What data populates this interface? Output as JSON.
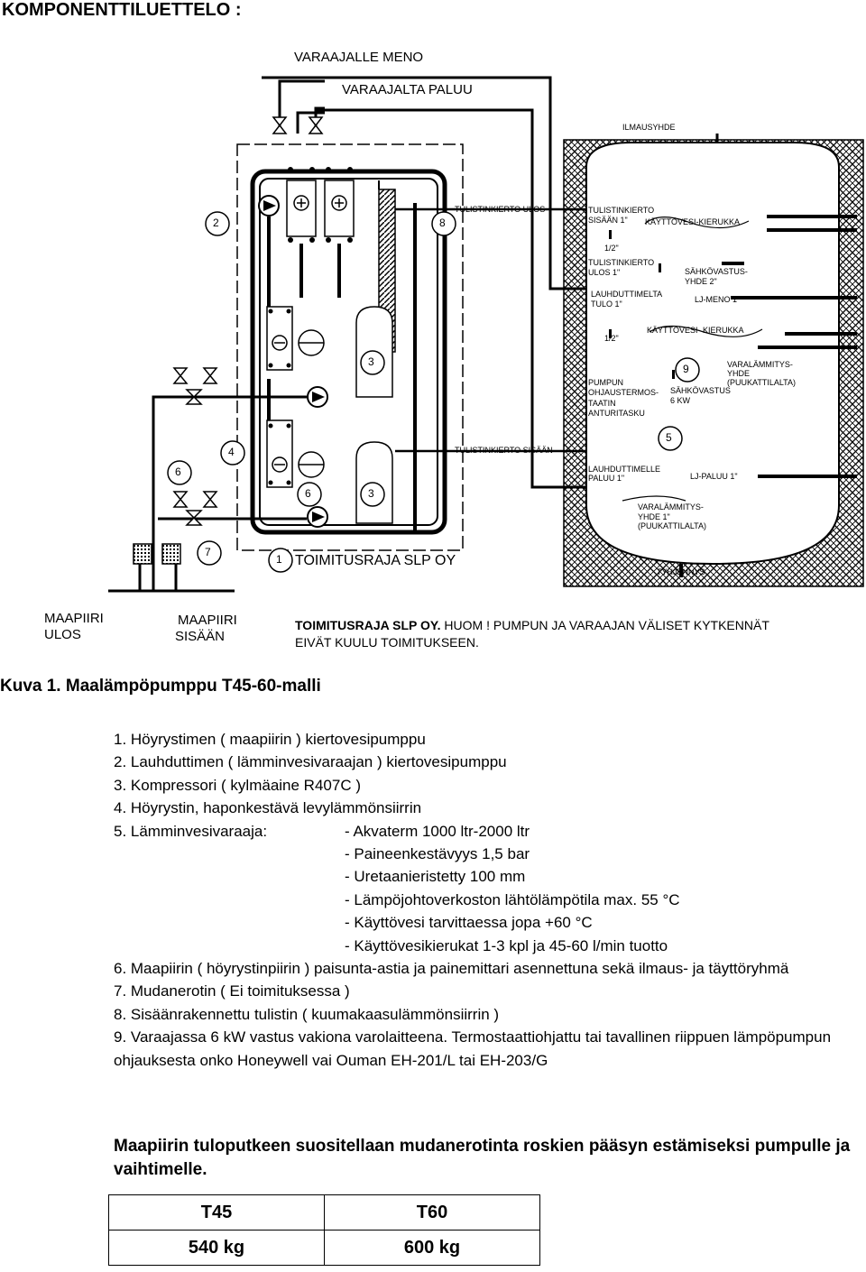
{
  "title": "KOMPONENTTILUETTELO :",
  "diagram": {
    "top_labels": [
      "VARAAJALLE MENO",
      "VARAAJALTA PALUU",
      "ILMAUSYHDE"
    ],
    "numbers": [
      "2",
      "8",
      "3",
      "4",
      "6",
      "6",
      "3",
      "7",
      "1",
      "9",
      "5"
    ],
    "pipe_labels": {
      "tulistinkierto_ulos": "TULISTINKIERTO ULOS",
      "tulistinkierto_sisaan": "TULISTINKIERTO SISÄÄN",
      "toimitusraja": "TOIMITUSRAJA SLP OY"
    },
    "tank_labels": {
      "t1a": "TULISTINKIERTO",
      "t1b": "SISÄÄN 1\"",
      "kv1": "KÄYTTÖVESI-KIERUKKA",
      "half1": "1/2\"",
      "t2a": "TULISTINKIERTO",
      "t2b": "ULOS 1\"",
      "sv1a": "SÄHKÖVASTUS-",
      "sv1b": "YHDE 2\"",
      "l1a": "LAUHDUTTIMELTA",
      "l1b": "TULO 1\"",
      "ljmeno": "LJ-MENO 1\"",
      "half2": "1/2\"",
      "kv2": "KÄYTTÖVESI- KIERUKKA",
      "vl1a": "VARALÄMMITYS-",
      "vl1b": "YHDE",
      "vl1c": "(PUUKATTILALTA)",
      "pump_a": "PUMPUN",
      "pump_b": "OHJAUSTERMOS-",
      "pump_c": "TAATIN",
      "pump_d": "ANTURITASKU",
      "sv2a": "SÄHKÖVASTUS",
      "sv2b": "6 KW",
      "l2a": "LAUHDUTTIMELLE",
      "l2b": "PALUU 1\"",
      "ljpaluu": "LJ-PALUU 1\"",
      "vl2a": "VARALÄMMITYS-",
      "vl2b": "YHDE 1\"",
      "vl2c": "(PUUKATTILALTA)",
      "tyhj": "TYHJENNYS"
    },
    "bottom": {
      "maapiiri_ulos": [
        "MAAPIIRI",
        "ULOS"
      ],
      "maapiiri_sisaan": [
        "MAAPIIRI",
        "SISÄÄN"
      ],
      "note_bold": "TOIMITUSRAJA SLP OY.",
      "note_rest": " HUOM ! PUMPUN JA VARAAJAN VÄLISET KYTKENNÄT",
      "note_line2": "EIVÄT KUULU TOIMITUKSEEN."
    }
  },
  "caption": "Kuva 1. Maalämpöpumppu T45-60-malli",
  "components": {
    "item1": "1. Höyrystimen ( maapiirin ) kiertovesipumppu",
    "item2": "2. Lauhduttimen ( lämminvesivaraajan ) kiertovesipumppu",
    "item3": "3. Kompressori ( kylmäaine R407C )",
    "item4": "4. Höyrystin, haponkestävä levylämmönsiirrin",
    "item5_label": "5. Lämminvesivaraaja:",
    "item5_lines": [
      "- Akvaterm 1000 ltr-2000 ltr",
      "- Paineenkestävyys 1,5 bar",
      "- Uretaanieristetty 100 mm",
      "- Lämpöjohtoverkoston lähtölämpötila max. 55 °C",
      "- Käyttövesi tarvittaessa jopa +60 °C",
      "- Käyttövesikierukat 1-3 kpl ja 45-60 l/min tuotto"
    ],
    "item6": "6. Maapiirin ( höyrystinpiirin ) paisunta-astia ja painemittari asennettuna sekä ilmaus- ja täyttöryhmä",
    "item7": "7. Mudanerotin ( Ei toimituksessa )",
    "item8": "8. Sisäänrakennettu tulistin ( kuumakaasulämmönsiirrin )",
    "item9": "9. Varaajassa 6 kW vastus vakiona varolaitteena. Termostaattiohjattu tai tavallinen riippuen lämpöpumpun ohjauksesta onko Honeywell vai Ouman EH-201/L tai EH-203/G"
  },
  "recommendation": "Maapiirin tuloputkeen suositellaan mudanerotinta roskien pääsyn estämiseksi pumpulle ja vaihtimelle.",
  "table": {
    "headers": [
      "T45",
      "T60"
    ],
    "values": [
      "540 kg",
      "600 kg"
    ]
  }
}
